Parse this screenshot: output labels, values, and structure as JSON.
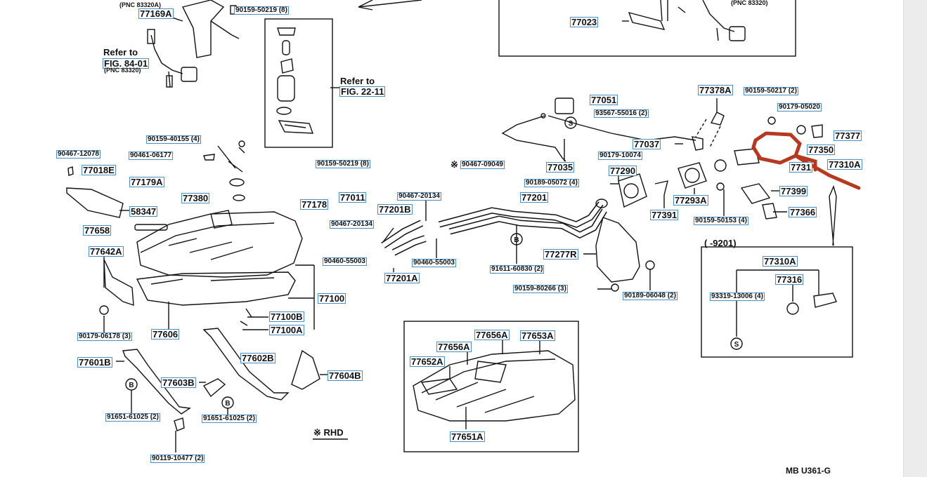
{
  "labels": {
    "p77169A": "77169A",
    "p90159_50219_8_top": "90159-50219 (8)",
    "refer_to_left": "Refer to",
    "fig_84_01": "FIG. 84-01",
    "pnc_83320": "(PNC 83320)",
    "refer_to_mid": "Refer to",
    "fig_22_11": "FIG. 22-11",
    "p77023": "77023",
    "p90159_40155_4": "90159-40155 (4)",
    "p90467_12078": "90467-12078",
    "p90461_06177": "90461-06177",
    "p77018E": "77018E",
    "p77179A": "77179A",
    "p90159_50219_8": "90159-50219 (8)",
    "p77380": "77380",
    "p77178": "77178",
    "p77011": "77011",
    "p58347": "58347",
    "p77658": "77658",
    "p77642A": "77642A",
    "p90467_09049": "90467-09049",
    "rhd_mark": "※",
    "p77035": "77035",
    "p77051": "77051",
    "p93567_55016_2": "93567-55016 (2)",
    "p77037": "77037",
    "p90179_10074": "90179-10074",
    "p77290": "77290",
    "p77378A": "77378A",
    "p90159_50217_2": "90159-50217 (2)",
    "p90179_05020": "90179-05020",
    "p77377": "77377",
    "p77350": "77350",
    "p77310A": "77310A",
    "p7731x": "7731",
    "p90189_05072_4": "90189-05072 (4)",
    "p77293A": "77293A",
    "p77391": "77391",
    "p77399": "77399",
    "p77366": "77366",
    "p90159_50153_4": "90159-50153 (4)",
    "p90467_20134_a": "90467-20134",
    "p77201B": "77201B",
    "p90467_20134_b": "90467-20134",
    "p77201": "77201",
    "p90460_55003_a": "90460-55003",
    "p90460_55003_b": "90460-55003",
    "p77201A": "77201A",
    "p91611_60830_2": "91611-60830 (2)",
    "p77277R": "77277R",
    "p90159_80266_3": "90159-80266 (3)",
    "p90189_06048_2": "90189-06048 (2)",
    "range_9201": "(       -9201)",
    "box_77310A": "77310A",
    "box_77316": "77316",
    "box_93319_13006_4": "93319-13006 (4)",
    "p77100": "77100",
    "p77100B": "77100B",
    "p77100A": "77100A",
    "p90179_06178_3": "90179-06178 (3)",
    "p77606": "77606",
    "p77601B": "77601B",
    "p77602B": "77602B",
    "p77603B": "77603B",
    "p77604B": "77604B",
    "p91651_61025_2_a": "91651-61025 (2)",
    "p91651_61025_2_b": "91651-61025 (2)",
    "p90119_10477_2": "90119-10477 (2)",
    "rhd_note": "※ RHD",
    "p77656A": "77656A",
    "p77653A": "77653A",
    "p77656A_b": "77656A",
    "p77652A": "77652A",
    "p77651A": "77651A",
    "figure_code": "MB  U361-G",
    "pnc_top_left": "(PNC 83320A)",
    "pnc_top_right": "(PNC 83320)"
  },
  "symbols": {
    "s_letter": "S",
    "b_letter": "B"
  },
  "colors": {
    "ink": "#111111",
    "label_border": "#4a90c8",
    "markup": "#b5381f",
    "rail": "#ececec"
  },
  "icons": [
    "markup-arrow-icon",
    "bolt-icon",
    "clip-icon",
    "screw-icon"
  ]
}
